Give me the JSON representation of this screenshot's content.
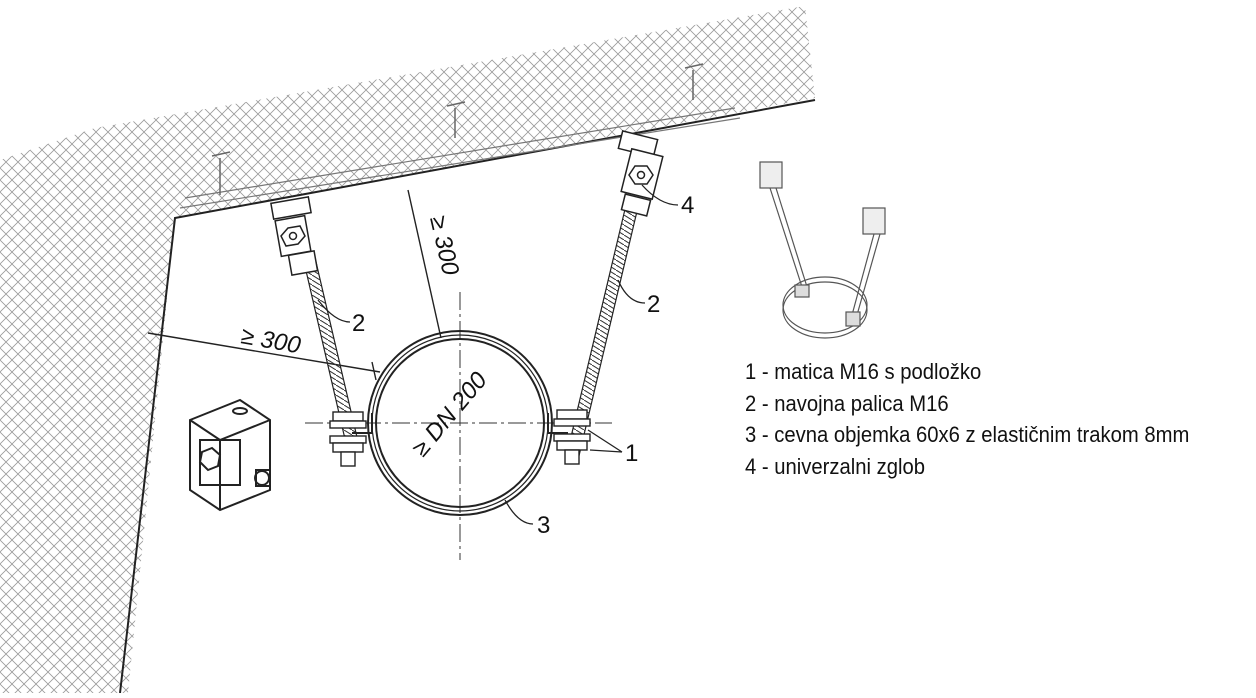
{
  "diagram": {
    "dimensions": {
      "wall_clearance": "≥ 300",
      "ceiling_clearance": "≥ 300",
      "pipe_size": "≥ DN 200"
    },
    "callouts": {
      "nut": "1",
      "rod_left": "2",
      "rod_right": "2",
      "clamp": "3",
      "joint": "4"
    },
    "legend": [
      "1 - matica M16 s podložko",
      "2 - navojna palica M16",
      "3 - cevna objemka 60x6 z elastičnim trakom 8mm",
      "4 - univerzalni zglob"
    ]
  }
}
